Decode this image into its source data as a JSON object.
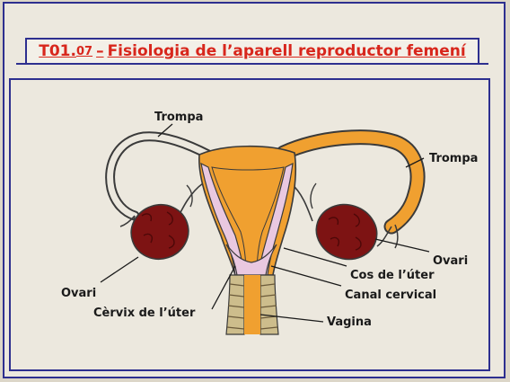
{
  "title": {
    "code_main": "T01.",
    "code_sub": "07",
    "dash": "–",
    "text": "Fisiologia de l’aparell reproductor femení"
  },
  "colors": {
    "title_text": "#d8261c",
    "frame_border": "#2d2f8f",
    "uterus_body": "#f0a030",
    "uterus_lining": "#e9c8e0",
    "ovary": "#7d1313",
    "vagina_tissue": "#cdbd8c"
  },
  "labels": {
    "trompa_left": "Trompa",
    "trompa_right": "Trompa",
    "ovari_left": "Ovari",
    "ovari_right": "Ovari",
    "cos_uter": "Cos de l’úter",
    "canal_cervical": "Canal cervical",
    "cervix_uter": "Cèrvix de l’úter",
    "vagina": "Vagina"
  }
}
